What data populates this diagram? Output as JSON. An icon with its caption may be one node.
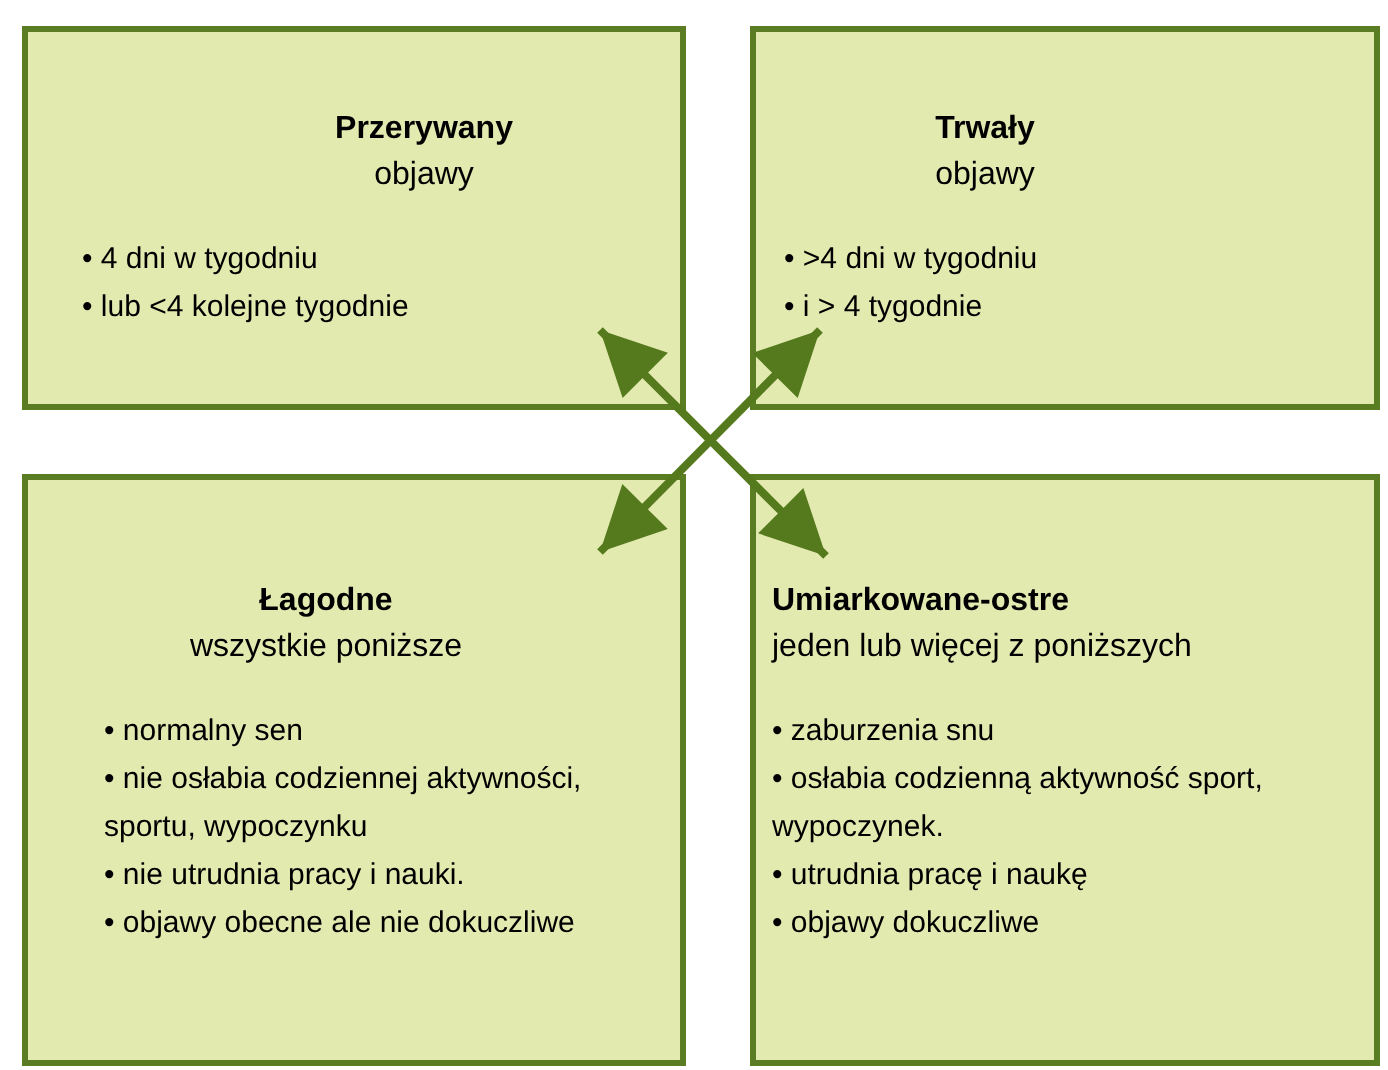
{
  "diagram": {
    "nodes": [
      {
        "text": [
          "Przerywany",
          "objawy",
          "• 4 dni w tygodniu",
          "• lub <4 kolejne tygodnie"
        ]
      },
      {
        "text": [
          "Trwały",
          "objawy",
          "• >4 dni w tygodniu",
          "• i > 4 tygodnie"
        ]
      },
      {
        "text": [
          "Łagodne",
          "wszystkie poniższe",
          "• normalny sen",
          "• nie osłabia codziennej aktywności, sportu, wypoczynku",
          "• nie utrudnia pracy i nauki.",
          "• objawy obecne ale nie dokuczliwe"
        ]
      },
      {
        "text": [
          "Umiarkowane-ostre",
          "jeden lub więcej z poniższych",
          "• zaburzenia snu",
          "• osłabia codzienną aktywność sport, wypoczynek.",
          "• utrudnia pracę i naukę",
          "• objawy dokuczliwe"
        ]
      }
    ],
    "edges": [
      {
        "from": 0,
        "to": 3,
        "arrow": "both"
      },
      {
        "from": 1,
        "to": 2,
        "arrow": "both"
      }
    ]
  }
}
